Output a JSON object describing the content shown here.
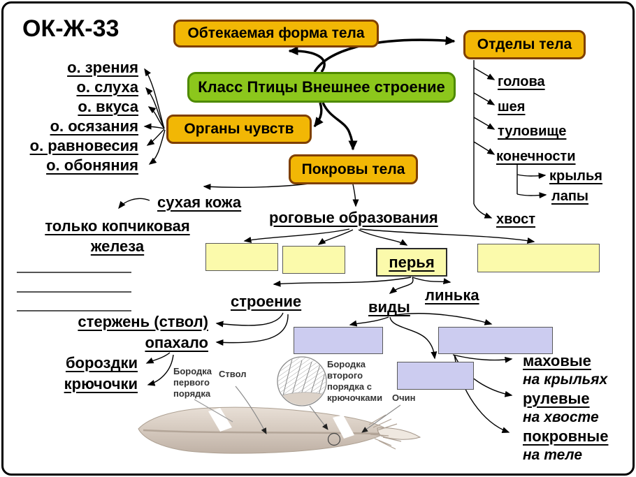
{
  "title": "ОК-Ж-33",
  "colors": {
    "node_orange_fill": "#F2B705",
    "node_orange_border": "#7F3F00",
    "node_green_fill": "#8CC71C",
    "node_green_border": "#4E8A00",
    "yellow_box_fill": "#FBFAAB",
    "purple_box_fill": "#CCCCF0",
    "arrow_color": "#000000"
  },
  "nodes": {
    "streamlined_body": "Обтекаемая форма тела",
    "body_sections": "Отделы тела",
    "main": "Класс Птицы Внешнее строение",
    "sense_organs": "Органы чувств",
    "body_coverings": "Покровы тела"
  },
  "sense_organs_list": [
    "о. зрения",
    "о. слуха",
    "о. вкуса",
    "о. осязания",
    "о. равновесия",
    "о. обоняния"
  ],
  "body_parts": {
    "head": "голова",
    "neck": "шея",
    "torso": "туловище",
    "limbs": "конечности",
    "wings": "крылья",
    "feet": "лапы",
    "tail": "хвост"
  },
  "skin": {
    "dry_skin": "сухая кожа",
    "gland": "только копчиковая железа"
  },
  "horny_formations": "роговые образования",
  "feathers": "перья",
  "feather_topics": {
    "structure": "строение",
    "kinds": "виды",
    "molting": "линька"
  },
  "feather_structure": {
    "shaft": "стержень (ствол)",
    "vane": "опахало",
    "grooves": "бороздки",
    "hooklets": "крючочки"
  },
  "feather_diagram_labels": {
    "first_order_barb": "Бородка первого порядка",
    "shaft": "Ствол",
    "second_order_barb": "Бородка второго порядка с крючочками",
    "quill": "Очин"
  },
  "feather_kinds": {
    "flight": "маховые",
    "flight_location": "на крыльях",
    "tail": "рулевые",
    "tail_location": "на хвосте",
    "covert": "покровные",
    "covert_location": "на теле"
  }
}
